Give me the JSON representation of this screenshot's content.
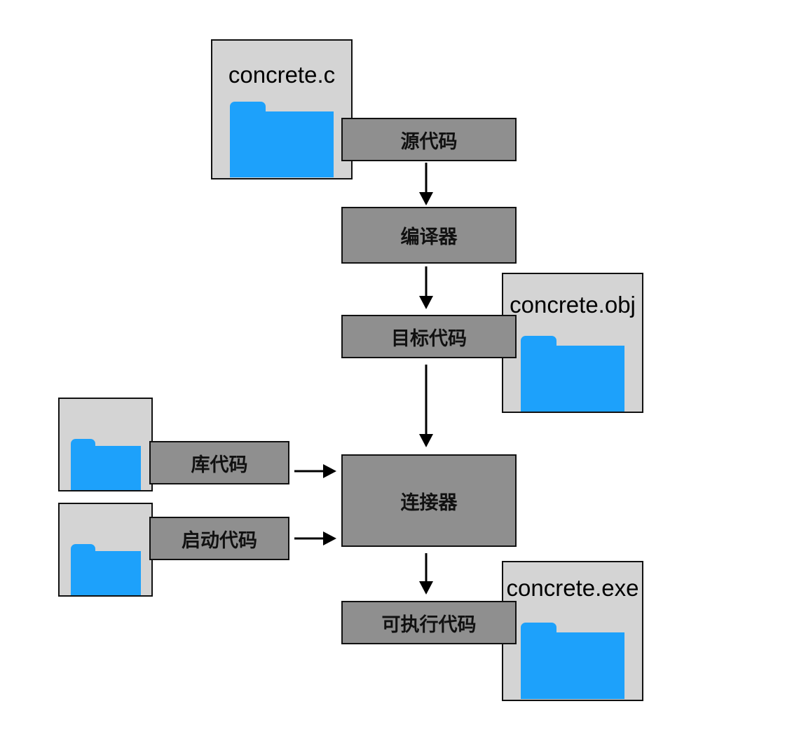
{
  "files": {
    "source": "concrete.c",
    "object": "concrete.obj",
    "executable": "concrete.exe"
  },
  "steps": {
    "source_code": "源代码",
    "compiler": "编译器",
    "object_code": "目标代码",
    "linker": "连接器",
    "executable_code": "可执行代码",
    "library_code": "库代码",
    "startup_code": "启动代码"
  },
  "colors": {
    "folder": "#1da1fb",
    "file_bg": "#d4d4d4",
    "box_bg": "#8f8f8f"
  }
}
